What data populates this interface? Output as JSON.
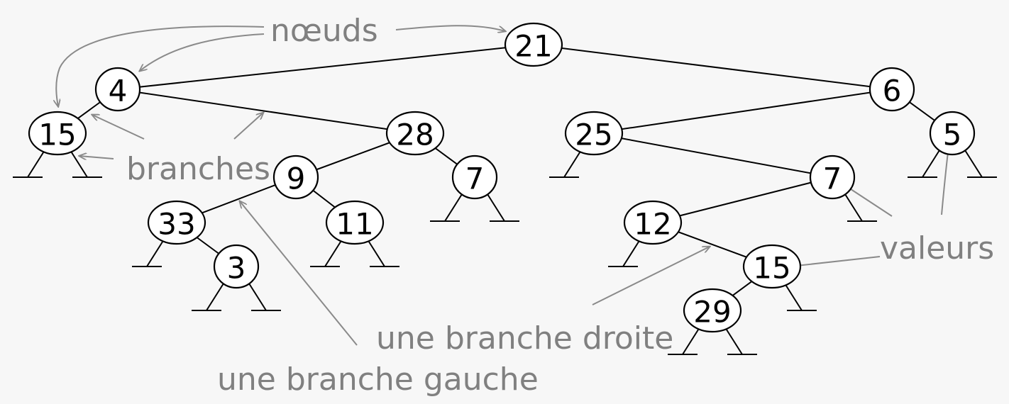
{
  "diagram": {
    "nodes": [
      {
        "id": "n21",
        "value": "21"
      },
      {
        "id": "n4",
        "value": "4"
      },
      {
        "id": "n6",
        "value": "6"
      },
      {
        "id": "n15a",
        "value": "15"
      },
      {
        "id": "n28",
        "value": "28"
      },
      {
        "id": "n25",
        "value": "25"
      },
      {
        "id": "n5",
        "value": "5"
      },
      {
        "id": "n9",
        "value": "9"
      },
      {
        "id": "n7a",
        "value": "7"
      },
      {
        "id": "n7b",
        "value": "7"
      },
      {
        "id": "n33",
        "value": "33"
      },
      {
        "id": "n11",
        "value": "11"
      },
      {
        "id": "n12",
        "value": "12"
      },
      {
        "id": "n3",
        "value": "3"
      },
      {
        "id": "n15b",
        "value": "15"
      },
      {
        "id": "n29",
        "value": "29"
      }
    ],
    "edges": [
      [
        "n21",
        "n4"
      ],
      [
        "n21",
        "n6"
      ],
      [
        "n4",
        "n15a"
      ],
      [
        "n4",
        "n28"
      ],
      [
        "n28",
        "n9"
      ],
      [
        "n28",
        "n7a"
      ],
      [
        "n9",
        "n33"
      ],
      [
        "n9",
        "n11"
      ],
      [
        "n33",
        "n3"
      ],
      [
        "n6",
        "n25"
      ],
      [
        "n6",
        "n5"
      ],
      [
        "n25",
        "n7b"
      ],
      [
        "n7b",
        "n12"
      ],
      [
        "n12",
        "n15b"
      ],
      [
        "n15b",
        "n29"
      ]
    ],
    "annotations": {
      "nodes": "nœuds",
      "branches": "branches",
      "values": "valeurs",
      "right_branch": "une branche droite",
      "left_branch": "une branche gauche"
    }
  }
}
